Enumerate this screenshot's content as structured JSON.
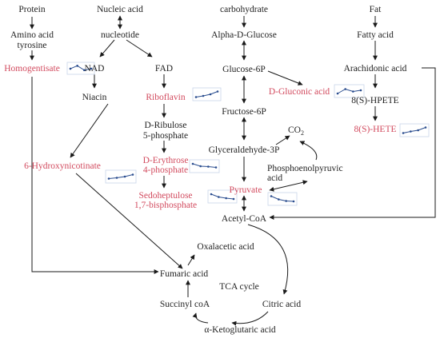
{
  "colors": {
    "text": "#222222",
    "highlight": "#d24a5e",
    "arrow": "#1a1a1a",
    "sparkline": "#2a4d8f",
    "sparkline_frame": "#c9d6ea"
  },
  "nodes": {
    "protein": "Protein",
    "amino_acid": "Amino acid",
    "tyrosine": "tyrosine",
    "homogentisate": "Homogentisate",
    "nucleic_acid": "Nucleic acid",
    "nucleotide": "nucleotide",
    "nad": "NAD",
    "fad": "FAD",
    "niacin": "Niacin",
    "riboflavin": "Riboflavin",
    "d_ribulose_l1": "D-Ribulose",
    "d_ribulose_l2": "5-phosphate",
    "d_erythrose_l1": "D-Erythrose",
    "d_erythrose_l2": "4-phosphate",
    "hydroxynicotinate": "6-Hydroxynicotinate",
    "sedoheptulose_l1": "Sedoheptulose",
    "sedoheptulose_l2": "1,7-bisphosphate",
    "carbohydrate": "carbohydrate",
    "alpha_d_glucose": "Alpha-D-Glucose",
    "glucose_6p": "Glucose-6P",
    "d_gluconic_acid": "D-Gluconic acid",
    "fructose_6p": "Fructose-6P",
    "co2_main": "CO",
    "co2_sub": "2",
    "glyceraldehyde_3p": "Glyceraldehyde-3P",
    "pep_l1": "Phosphoenolpyruvic",
    "pep_l2": "acid",
    "pyruvate": "Pyruvate",
    "acetyl_coa": "Acetyl-CoA",
    "fat": "Fat",
    "fatty_acid": "Fatty acid",
    "arachidonic_acid": "Arachidonic acid",
    "hpete": "8(S)-HPETE",
    "hete": "8(S)-HETE",
    "oxalacetic_acid": "Oxalacetic acid",
    "fumaric_acid": "Fumaric acid",
    "tca_cycle": "TCA cycle",
    "succinyl_coa": "Succinyl coA",
    "citric_acid": "Citric acid",
    "ketoglutaric_acid": "α-Ketoglutaric acid"
  },
  "sparklines": {
    "homogentisate": [
      0.45,
      0.85,
      0.25,
      0.45
    ],
    "riboflavin": [
      0.15,
      0.3,
      0.5,
      0.85
    ],
    "d_gluconic_acid": [
      0.2,
      0.75,
      0.45,
      0.6
    ],
    "hete": [
      0.15,
      0.35,
      0.5,
      0.85
    ],
    "hydroxynicotinate": [
      0.25,
      0.35,
      0.5,
      0.75
    ],
    "d_erythrose": [
      0.8,
      0.5,
      0.45,
      0.35
    ],
    "sedoheptulose": [
      0.8,
      0.45,
      0.3,
      0.2
    ],
    "pyruvate": [
      0.85,
      0.45,
      0.25,
      0.2
    ]
  }
}
